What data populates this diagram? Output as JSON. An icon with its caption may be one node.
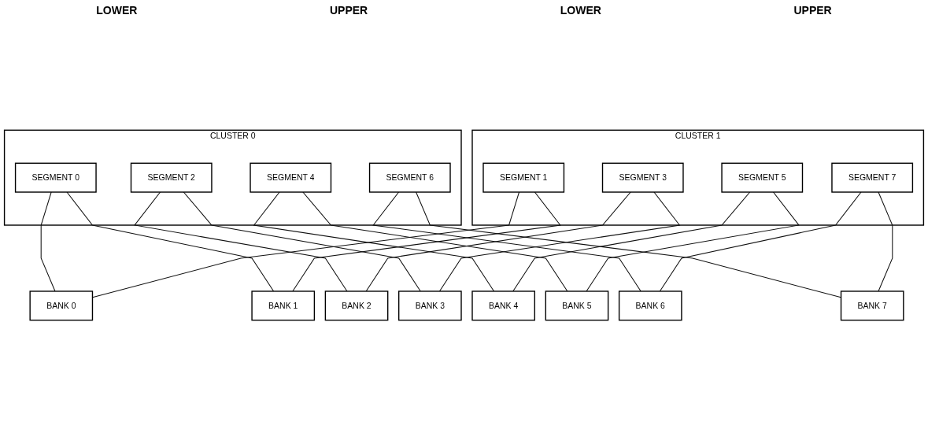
{
  "diagram": {
    "nodes": [
      {
        "text": [
          "CLUSTER 0"
        ]
      },
      {
        "text": [
          "SEGMENT 0"
        ],
        "in": 0
      },
      {
        "text": [
          "SEGMENT 2"
        ],
        "in": 0
      },
      {
        "text": [
          "SEGMENT 4"
        ],
        "in": 0
      },
      {
        "text": [
          "SEGMENT 6"
        ],
        "in": 0
      },
      {
        "text": [
          "CLUSTER 1"
        ]
      },
      {
        "text": [
          "SEGMENT 1"
        ],
        "in": 5
      },
      {
        "text": [
          "SEGMENT 3"
        ],
        "in": 5
      },
      {
        "text": [
          "SEGMENT 5"
        ],
        "in": 5
      },
      {
        "text": [
          "SEGMENT 7"
        ],
        "in": 5
      },
      {
        "text": [
          "BANK 0"
        ]
      },
      {
        "text": [
          "BANK 1"
        ]
      },
      {
        "text": [
          "BANK 2"
        ]
      },
      {
        "text": [
          "BANK 3"
        ]
      },
      {
        "text": [
          "BANK 4"
        ]
      },
      {
        "text": [
          "BANK 5"
        ]
      },
      {
        "text": [
          "BANK 6"
        ]
      },
      {
        "text": [
          "BANK 7"
        ]
      }
    ],
    "edges": [
      {
        "from": 1,
        "to": 10,
        "arrow": "none"
      },
      {
        "from": 1,
        "to": 11,
        "arrow": "none"
      },
      {
        "from": 2,
        "to": 12,
        "arrow": "none"
      },
      {
        "from": 2,
        "to": 13,
        "arrow": "none"
      },
      {
        "from": 3,
        "to": 14,
        "arrow": "none"
      },
      {
        "from": 3,
        "to": 15,
        "arrow": "none"
      },
      {
        "from": 4,
        "to": 16,
        "arrow": "none"
      },
      {
        "from": 4,
        "to": 17,
        "arrow": "none"
      },
      {
        "from": 6,
        "to": 10,
        "arrow": "none"
      },
      {
        "from": 6,
        "to": 11,
        "arrow": "none"
      },
      {
        "from": 7,
        "to": 12,
        "arrow": "none"
      },
      {
        "from": 7,
        "to": 13,
        "arrow": "none"
      },
      {
        "from": 8,
        "to": 14,
        "arrow": "none"
      },
      {
        "from": 8,
        "to": 15,
        "arrow": "none"
      },
      {
        "from": 9,
        "to": 16,
        "arrow": "none"
      },
      {
        "from": 9,
        "to": 17,
        "arrow": "none"
      }
    ],
    "labels": [
      "LOWER",
      "UPPER",
      "LOWER",
      "UPPER"
    ]
  }
}
